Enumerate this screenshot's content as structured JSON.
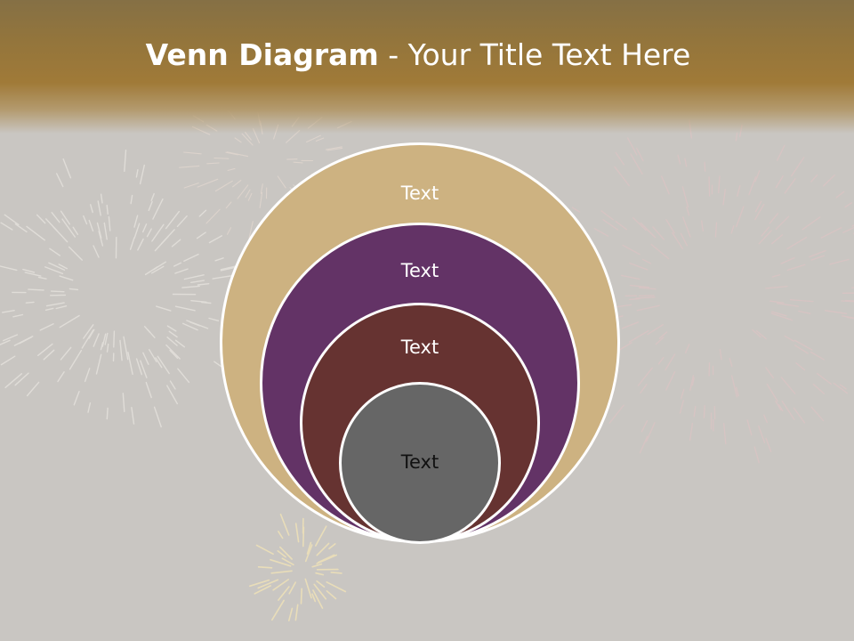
{
  "title": {
    "bold": "Venn Diagram",
    "rest": " - Your Title Text Here"
  },
  "colors": {
    "header": "#a07a38",
    "background": "#c9c6c2",
    "ring_1": "#cdb281",
    "ring_2": "#633366",
    "ring_3": "#663331",
    "ring_4": "#666666",
    "outline": "#ffffff"
  },
  "circles": [
    {
      "label": "Text",
      "color": "#cdb281",
      "text_color": "#ffffff"
    },
    {
      "label": "Text",
      "color": "#633366",
      "text_color": "#ffffff"
    },
    {
      "label": "Text",
      "color": "#663331",
      "text_color": "#ffffff"
    },
    {
      "label": "Text",
      "color": "#666666",
      "text_color": "#111111"
    }
  ]
}
